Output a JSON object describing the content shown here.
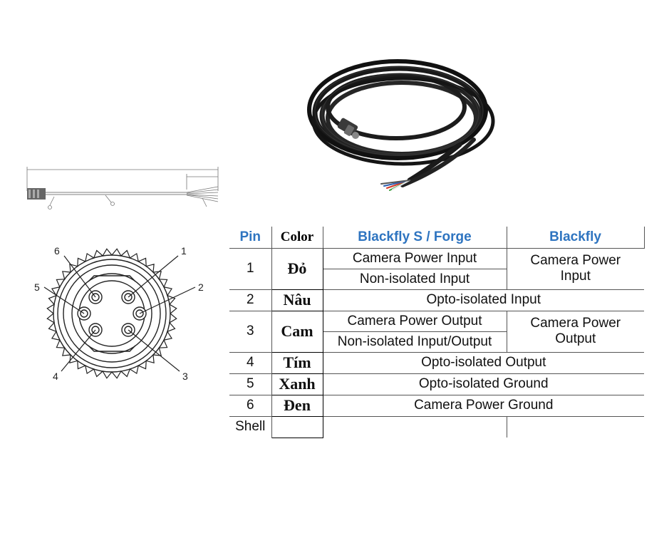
{
  "table": {
    "headers": {
      "pin": "Pin",
      "color": "Color",
      "bfs": "Blackfly S / Forge",
      "bf": "Blackfly"
    },
    "rows": [
      {
        "pin": "1",
        "color": "Đỏ",
        "bfs": [
          "Camera Power Input",
          "Non-isolated Input"
        ],
        "bf": [
          "Camera Power",
          "Input"
        ]
      },
      {
        "pin": "2",
        "color": "Nâu",
        "both": "Opto-isolated Input"
      },
      {
        "pin": "3",
        "color": "Cam",
        "bfs": [
          "Camera Power Output",
          "Non-isolated Input/Output"
        ],
        "bf": [
          "Camera Power",
          "Output"
        ]
      },
      {
        "pin": "4",
        "color": "Tím",
        "both": "Opto-isolated Output"
      },
      {
        "pin": "5",
        "color": "Xanh",
        "both": "Opto-isolated Ground"
      },
      {
        "pin": "6",
        "color": "Đen",
        "both": "Camera Power Ground"
      },
      {
        "pin": "Shell",
        "color": "",
        "both": ""
      }
    ]
  },
  "pinout": {
    "labels": [
      "1",
      "2",
      "3",
      "4",
      "5",
      "6"
    ]
  },
  "colors": {
    "header_blue": "#2e74c0",
    "cable": "#1a1a1a",
    "wire_red": "#d23a2a",
    "wire_green": "#3a9a3a",
    "wire_blue": "#2d5fb0",
    "wire_white": "#e8e8e8"
  }
}
